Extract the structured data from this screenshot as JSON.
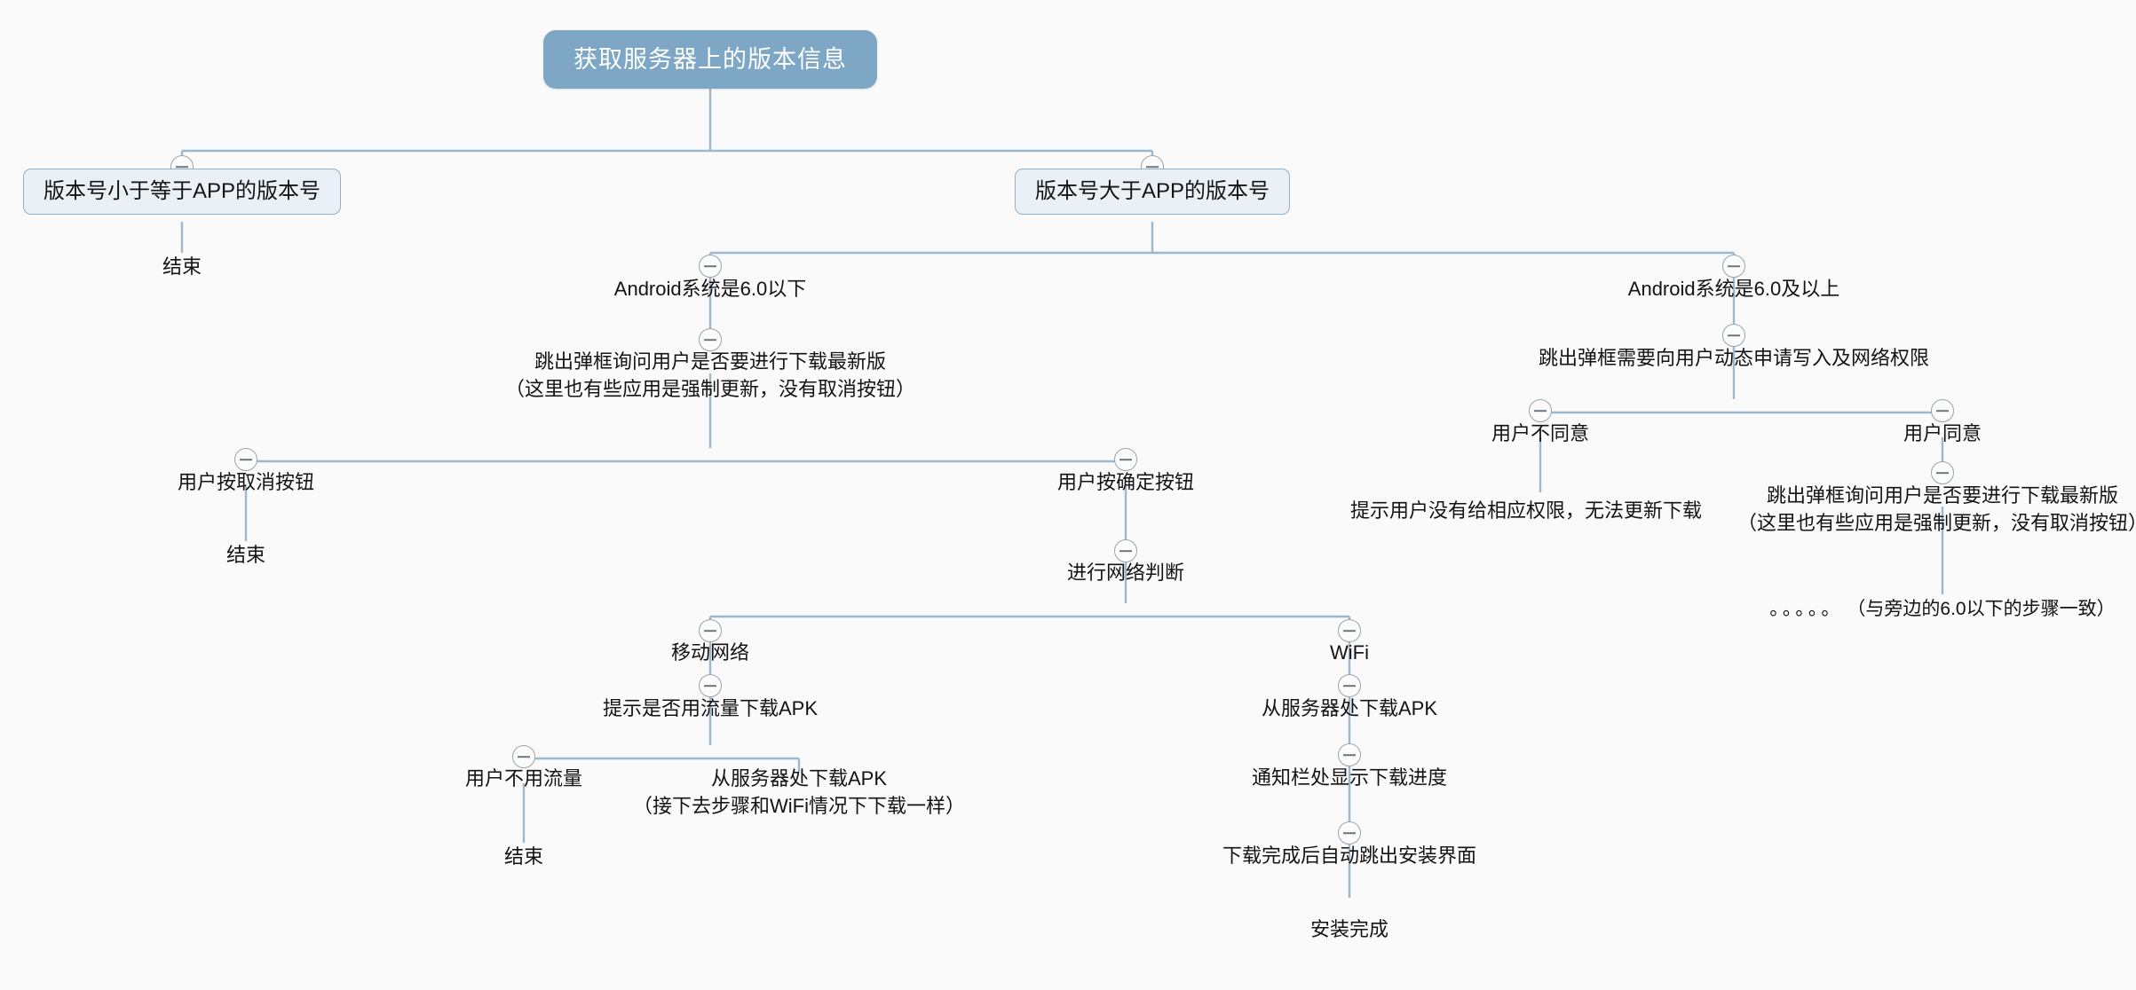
{
  "diagram": {
    "title": "APP版本更新流程图",
    "type": "mindmap-tree",
    "background_color": "#fafafa",
    "root_fill": "#7da7c4",
    "root_text_color": "#ffffff",
    "box_fill": "#eaf0f6",
    "box_border": "#8fb0cb",
    "edge_color": "#9cb8ce",
    "collapse_icon": "minus-circle-icon"
  },
  "nodes": {
    "root": "获取服务器上的版本信息",
    "version_le": "版本号小于等于APP的版本号",
    "version_gt": "版本号大于APP的版本号",
    "end_1": "结束",
    "android_below_6": "Android系统是6.0以下",
    "android_above_6": "Android系统是6.0及以上",
    "dialog_download_line1": "跳出弹框询问用户是否要进行下载最新版",
    "dialog_download_line2": "（这里也有些应用是强制更新，没有取消按钮）",
    "request_permission": "跳出弹框需要向用户动态申请写入及网络权限",
    "user_cancel": "用户按取消按钮",
    "user_confirm": "用户按确定按钮",
    "user_disagree": "用户不同意",
    "user_agree": "用户同意",
    "no_permission_tip": "提示用户没有给相应权限，无法更新下载",
    "end_2": "结束",
    "network_check": "进行网络判断",
    "agree_dialog_line1": "跳出弹框询问用户是否要进行下载最新版",
    "agree_dialog_line2": "（这里也有些应用是强制更新，没有取消按钮）",
    "ellipsis_dots": "。。。。。",
    "ellipsis_note": "（与旁边的6.0以下的步骤一致）",
    "mobile_network": "移动网络",
    "wifi": "WiFi",
    "traffic_prompt": "提示是否用流量下载APK",
    "download_apk_wifi": "从服务器处下载APK",
    "user_no_traffic": "用户不用流量",
    "download_apk_traffic_line1": "从服务器处下载APK",
    "download_apk_traffic_line2": "（接下去步骤和WiFi情况下下载一样）",
    "end_3": "结束",
    "notification_progress": "通知栏处显示下载进度",
    "auto_install_ui": "下载完成后自动跳出安装界面",
    "install_done": "安装完成"
  }
}
